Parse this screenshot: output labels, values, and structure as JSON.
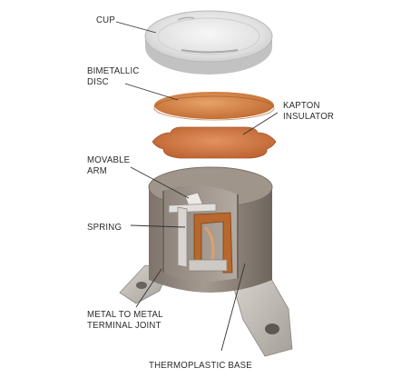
{
  "labels": {
    "cup": "CUP",
    "bimetallic_disc": [
      "BIMETALLIC",
      "DISC"
    ],
    "kapton_insulator": [
      "KAPTON",
      "INSULATOR"
    ],
    "movable_arm": [
      "MOVABLE",
      "ARM"
    ],
    "spring": "SPRING",
    "terminal_joint": [
      "METAL TO METAL",
      "TERMINAL JOINT"
    ],
    "thermoplastic_base": "THERMOPLASTIC BASE"
  },
  "colors": {
    "cup": "#dcdcdc",
    "disc": "#d98a4a",
    "insulator": "#d07a45",
    "base": "#9a8f85",
    "terminal": "#c9c3bd",
    "spring": "#b86a30",
    "leader": "#333333"
  }
}
